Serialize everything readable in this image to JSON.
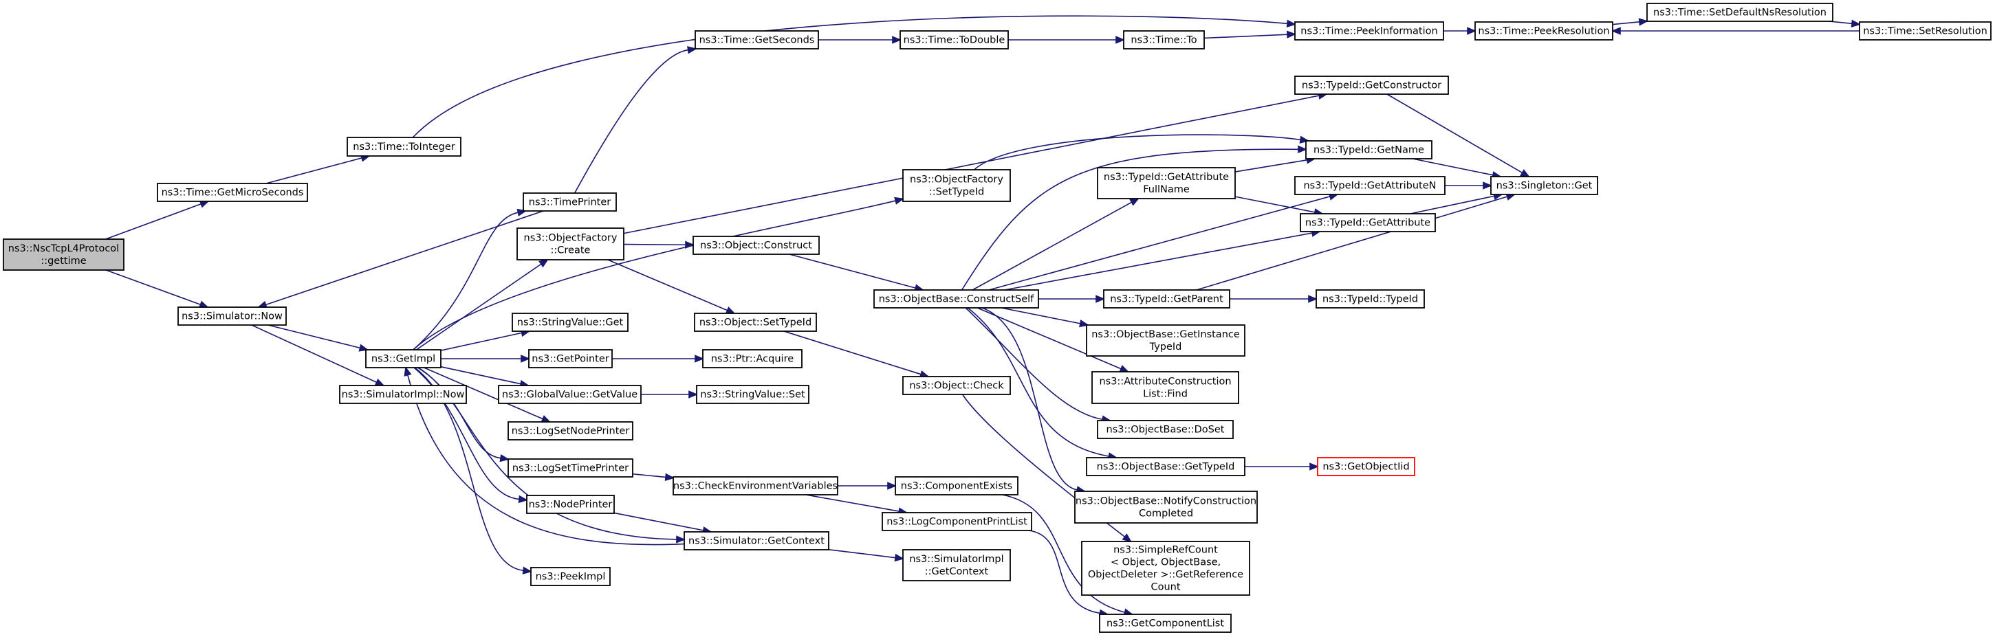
{
  "colors": {
    "edge": "#191970",
    "root_fill": "#bfbfbf",
    "node_border": "#000000",
    "truncated_border": "#ff0000",
    "background": "#ffffff"
  },
  "nodes": {
    "gettime": {
      "lines": [
        "ns3::NscTcpL4Protocol",
        "::gettime"
      ],
      "root": true
    },
    "getMicroSeconds": {
      "lines": [
        "ns3::Time::GetMicroSeconds"
      ]
    },
    "simNow": {
      "lines": [
        "ns3::Simulator::Now"
      ]
    },
    "toInteger": {
      "lines": [
        "ns3::Time::ToInteger"
      ]
    },
    "timePrinter": {
      "lines": [
        "ns3::TimePrinter"
      ]
    },
    "getImpl": {
      "lines": [
        "ns3::GetImpl"
      ]
    },
    "simImplNow": {
      "lines": [
        "ns3::SimulatorImpl::Now"
      ]
    },
    "getSeconds": {
      "lines": [
        "ns3::Time::GetSeconds"
      ]
    },
    "toDouble": {
      "lines": [
        "ns3::Time::ToDouble"
      ]
    },
    "timeTo": {
      "lines": [
        "ns3::Time::To"
      ]
    },
    "peekInformation": {
      "lines": [
        "ns3::Time::PeekInformation"
      ]
    },
    "peekResolution": {
      "lines": [
        "ns3::Time::PeekResolution"
      ]
    },
    "setDefaultNsResolution": {
      "lines": [
        "ns3::Time::SetDefaultNsResolution"
      ]
    },
    "setResolution": {
      "lines": [
        "ns3::Time::SetResolution"
      ]
    },
    "getConstructor": {
      "lines": [
        "ns3::TypeId::GetConstructor"
      ]
    },
    "singletonGet": {
      "lines": [
        "ns3::Singleton::Get"
      ]
    },
    "getName": {
      "lines": [
        "ns3::TypeId::GetName"
      ]
    },
    "getAttributeFullName": {
      "lines": [
        "ns3::TypeId::GetAttribute",
        "FullName"
      ]
    },
    "getAttributeN": {
      "lines": [
        "ns3::TypeId::GetAttributeN"
      ]
    },
    "getAttribute": {
      "lines": [
        "ns3::TypeId::GetAttribute"
      ]
    },
    "ofSetTypeId": {
      "lines": [
        "ns3::ObjectFactory",
        "::SetTypeId"
      ]
    },
    "ofCreate": {
      "lines": [
        "ns3::ObjectFactory",
        "::Create"
      ]
    },
    "objConstruct": {
      "lines": [
        "ns3::Object::Construct"
      ]
    },
    "constructSelf": {
      "lines": [
        "ns3::ObjectBase::ConstructSelf"
      ]
    },
    "getParent": {
      "lines": [
        "ns3::TypeId::GetParent"
      ]
    },
    "typeIdTypeId": {
      "lines": [
        "ns3::TypeId::TypeId"
      ]
    },
    "getInstanceTypeId": {
      "lines": [
        "ns3::ObjectBase::GetInstance",
        "TypeId"
      ]
    },
    "attrConstructionFind": {
      "lines": [
        "ns3::AttributeConstruction",
        "List::Find"
      ]
    },
    "doSet": {
      "lines": [
        "ns3::ObjectBase::DoSet"
      ]
    },
    "obGetTypeId": {
      "lines": [
        "ns3::ObjectBase::GetTypeId"
      ]
    },
    "getObjectIid": {
      "lines": [
        "ns3::GetObjectIid"
      ],
      "truncated": true
    },
    "notifyConstruction": {
      "lines": [
        "ns3::ObjectBase::NotifyConstruction",
        "Completed"
      ]
    },
    "simpleRefCount": {
      "lines": [
        "ns3::SimpleRefCount",
        "< Object, ObjectBase,",
        "ObjectDeleter >::GetReference",
        "Count"
      ]
    },
    "getComponentList": {
      "lines": [
        "ns3::GetComponentList"
      ]
    },
    "stringValueGet": {
      "lines": [
        "ns3::StringValue::Get"
      ]
    },
    "getPointer": {
      "lines": [
        "ns3::GetPointer"
      ]
    },
    "ptrAcquire": {
      "lines": [
        "ns3::Ptr::Acquire"
      ]
    },
    "objSetTypeId": {
      "lines": [
        "ns3::Object::SetTypeId"
      ]
    },
    "objCheck": {
      "lines": [
        "ns3::Object::Check"
      ]
    },
    "globalValueGetValue": {
      "lines": [
        "ns3::GlobalValue::GetValue"
      ]
    },
    "stringValueSet": {
      "lines": [
        "ns3::StringValue::Set"
      ]
    },
    "logSetNodePrinter": {
      "lines": [
        "ns3::LogSetNodePrinter"
      ]
    },
    "logSetTimePrinter": {
      "lines": [
        "ns3::LogSetTimePrinter"
      ]
    },
    "checkEnvVars": {
      "lines": [
        "ns3::CheckEnvironmentVariables"
      ]
    },
    "componentExists": {
      "lines": [
        "ns3::ComponentExists"
      ]
    },
    "logComponentPrintList": {
      "lines": [
        "ns3::LogComponentPrintList"
      ]
    },
    "nodePrinter": {
      "lines": [
        "ns3::NodePrinter"
      ]
    },
    "simGetContext": {
      "lines": [
        "ns3::Simulator::GetContext"
      ]
    },
    "simImplGetContext": {
      "lines": [
        "ns3::SimulatorImpl",
        "::GetContext"
      ]
    },
    "peekImpl": {
      "lines": [
        "ns3::PeekImpl"
      ]
    }
  },
  "edges": [
    [
      "gettime",
      "getMicroSeconds"
    ],
    [
      "gettime",
      "simNow"
    ],
    [
      "getMicroSeconds",
      "toInteger"
    ],
    [
      "toInteger",
      "peekInformation"
    ],
    [
      "timePrinter",
      "simNow"
    ],
    [
      "timePrinter",
      "getSeconds"
    ],
    [
      "simNow",
      "getImpl"
    ],
    [
      "simNow",
      "simImplNow"
    ],
    [
      "getSeconds",
      "toDouble"
    ],
    [
      "toDouble",
      "timeTo"
    ],
    [
      "timeTo",
      "peekInformation"
    ],
    [
      "peekInformation",
      "peekResolution"
    ],
    [
      "peekResolution",
      "setDefaultNsResolution"
    ],
    [
      "setDefaultNsResolution",
      "setResolution"
    ],
    [
      "setResolution",
      "peekResolution"
    ],
    [
      "getImpl",
      "timePrinter"
    ],
    [
      "getImpl",
      "ofCreate"
    ],
    [
      "getImpl",
      "ofSetTypeId"
    ],
    [
      "getImpl",
      "stringValueGet"
    ],
    [
      "getImpl",
      "getPointer"
    ],
    [
      "getImpl",
      "globalValueGetValue"
    ],
    [
      "getImpl",
      "logSetNodePrinter"
    ],
    [
      "getImpl",
      "logSetTimePrinter"
    ],
    [
      "getImpl",
      "nodePrinter"
    ],
    [
      "getImpl",
      "simGetContext"
    ],
    [
      "getImpl",
      "peekImpl"
    ],
    [
      "ofCreate",
      "getConstructor"
    ],
    [
      "ofCreate",
      "objConstruct"
    ],
    [
      "ofCreate",
      "objSetTypeId"
    ],
    [
      "getConstructor",
      "singletonGet"
    ],
    [
      "ofSetTypeId",
      "getName"
    ],
    [
      "getName",
      "singletonGet"
    ],
    [
      "getAttributeFullName",
      "getName"
    ],
    [
      "getAttributeFullName",
      "getAttribute"
    ],
    [
      "getAttributeN",
      "singletonGet"
    ],
    [
      "getAttribute",
      "singletonGet"
    ],
    [
      "objConstruct",
      "constructSelf"
    ],
    [
      "constructSelf",
      "getName"
    ],
    [
      "constructSelf",
      "getAttributeFullName"
    ],
    [
      "constructSelf",
      "getAttributeN"
    ],
    [
      "constructSelf",
      "getAttribute"
    ],
    [
      "constructSelf",
      "getParent"
    ],
    [
      "constructSelf",
      "getInstanceTypeId"
    ],
    [
      "constructSelf",
      "attrConstructionFind"
    ],
    [
      "constructSelf",
      "doSet"
    ],
    [
      "constructSelf",
      "obGetTypeId"
    ],
    [
      "constructSelf",
      "notifyConstruction"
    ],
    [
      "getParent",
      "typeIdTypeId"
    ],
    [
      "getParent",
      "singletonGet"
    ],
    [
      "obGetTypeId",
      "getObjectIid"
    ],
    [
      "getPointer",
      "ptrAcquire"
    ],
    [
      "objSetTypeId",
      "objCheck"
    ],
    [
      "objCheck",
      "simpleRefCount"
    ],
    [
      "globalValueGetValue",
      "stringValueSet"
    ],
    [
      "logSetTimePrinter",
      "checkEnvVars"
    ],
    [
      "checkEnvVars",
      "componentExists"
    ],
    [
      "checkEnvVars",
      "logComponentPrintList"
    ],
    [
      "componentExists",
      "getComponentList"
    ],
    [
      "logComponentPrintList",
      "getComponentList"
    ],
    [
      "nodePrinter",
      "simGetContext"
    ],
    [
      "simGetContext",
      "getImpl"
    ],
    [
      "simGetContext",
      "simImplGetContext"
    ]
  ]
}
